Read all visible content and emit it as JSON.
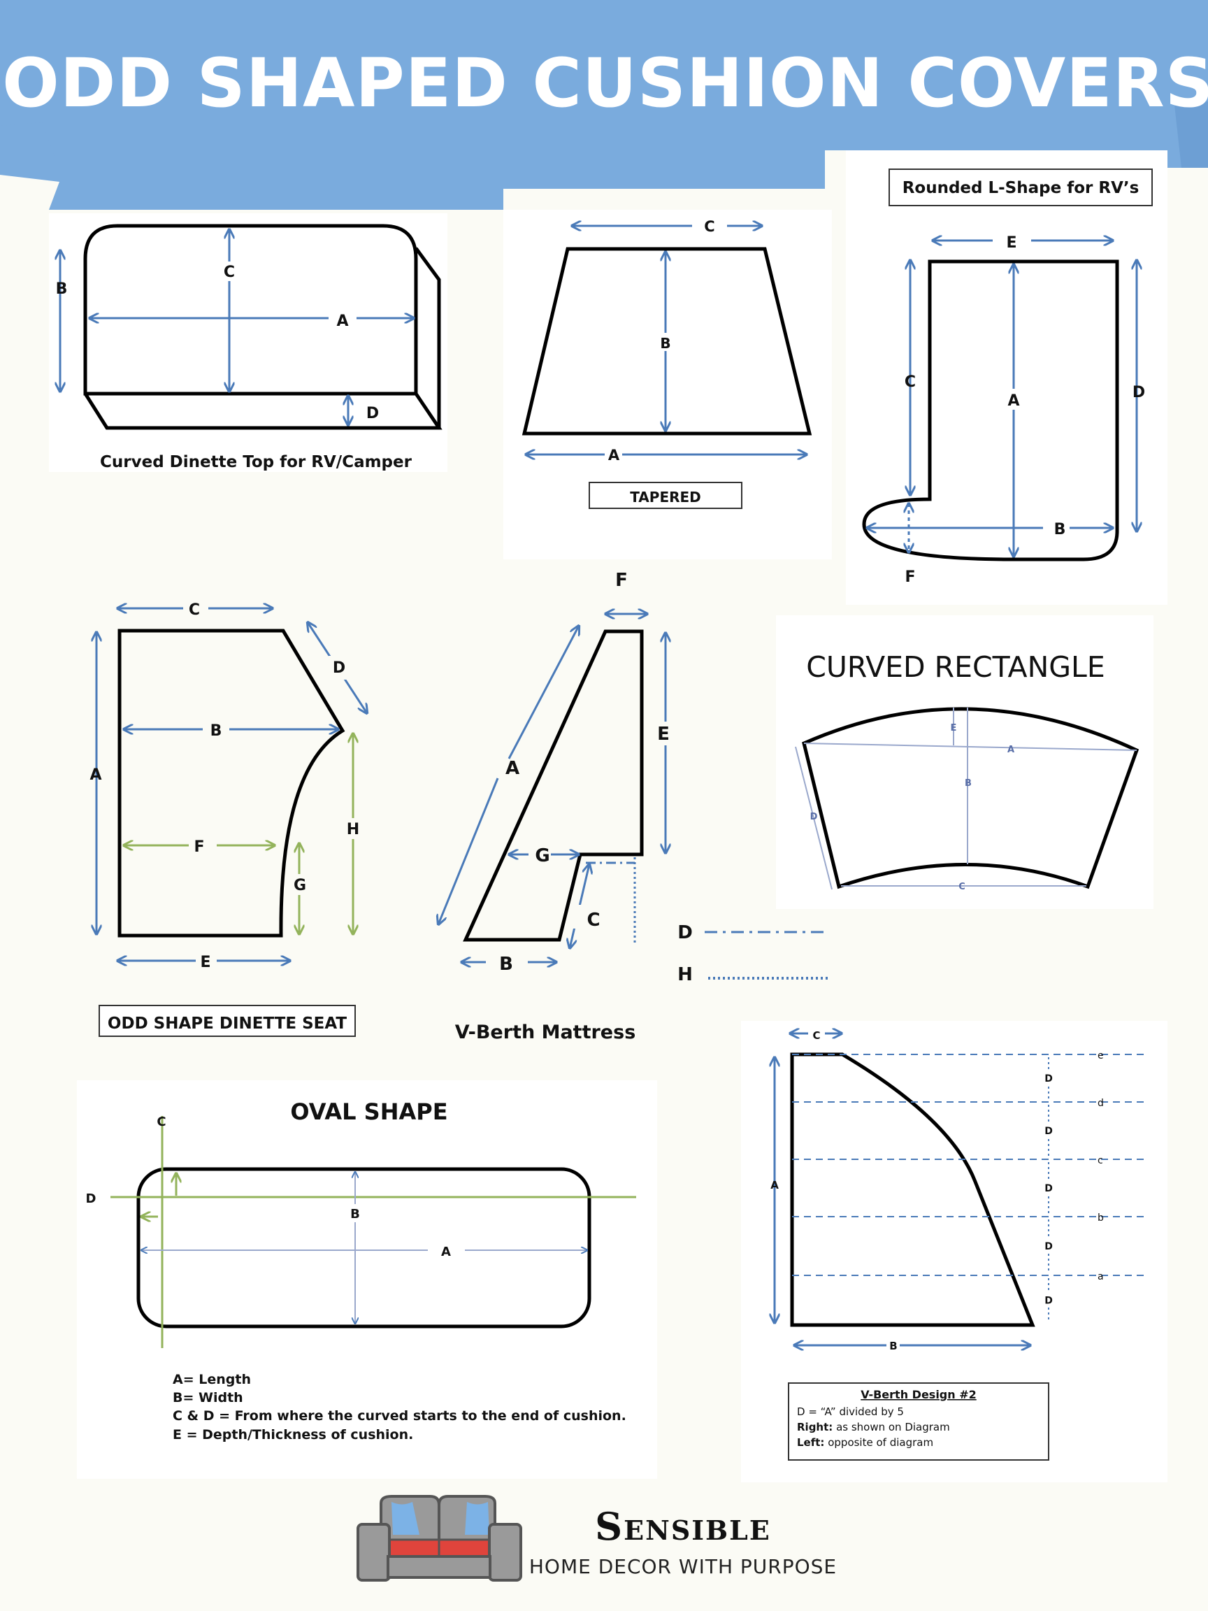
{
  "header": {
    "title": "ODD SHAPED CUSHION COVERS"
  },
  "dinette_top": {
    "caption": "Curved Dinette Top for RV/Camper",
    "labels": {
      "a": "A",
      "b": "B",
      "c": "C",
      "d": "D"
    }
  },
  "tapered": {
    "caption": "TAPERED",
    "labels": {
      "a": "A",
      "b": "B",
      "c": "C"
    }
  },
  "l_shape": {
    "caption": "Rounded L-Shape for RV’s",
    "labels": {
      "a": "A",
      "b": "B",
      "c": "C",
      "d": "D",
      "e": "E",
      "f": "F"
    }
  },
  "dinette_seat": {
    "caption": "ODD SHAPE DINETTE SEAT",
    "labels": {
      "a": "A",
      "b": "B",
      "c": "C",
      "d": "D",
      "e": "E",
      "f": "F",
      "g": "G",
      "h": "H"
    }
  },
  "v_berth": {
    "caption": "V-Berth Mattress",
    "labels": {
      "a": "A",
      "b": "B",
      "c": "C",
      "e": "E",
      "f": "F",
      "g": "G"
    },
    "legend": {
      "d": "D",
      "h": "H"
    }
  },
  "curved_rect": {
    "caption": "CURVED RECTANGLE",
    "labels": {
      "a": "A",
      "b": "B",
      "c": "C",
      "d": "D",
      "e": "E"
    }
  },
  "oval": {
    "caption": "OVAL SHAPE",
    "labels": {
      "a": "A",
      "b": "B",
      "c": "C",
      "d": "D"
    },
    "notes": [
      "A= Length",
      "B= Width",
      "C & D = From where the curved starts to the end of cushion.",
      "E = Depth/Thickness of cushion."
    ]
  },
  "v_berth2": {
    "labels": {
      "a": "A",
      "b": "B",
      "c": "C",
      "d": "D"
    },
    "levels": [
      "e",
      "d",
      "c",
      "b",
      "a"
    ],
    "box_title": "V-Berth Design #2",
    "box_lines": [
      "D = “A” divided by 5",
      "as shown on Diagram",
      "opposite of diagram"
    ],
    "box_keys": [
      "",
      "Right:",
      "Left:"
    ]
  },
  "brand": {
    "name": "Sensible",
    "tagline": "HOME DECOR WITH PURPOSE"
  },
  "colors": {
    "banner": "#7aabdd",
    "dimension": "#4a7ab8",
    "green": "#93b35b",
    "sofa_red": "#e0443c",
    "sofa_gray": "#9a9a9a"
  }
}
